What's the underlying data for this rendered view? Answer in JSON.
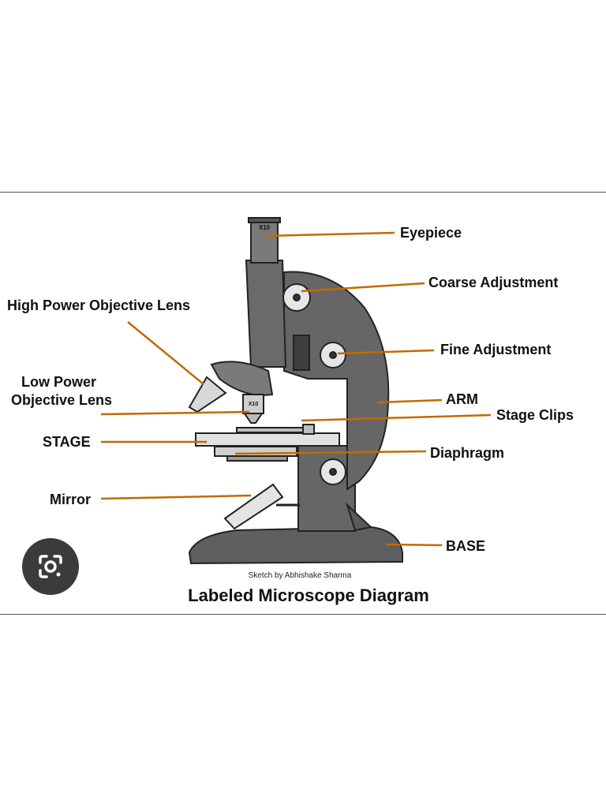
{
  "diagram": {
    "labels": {
      "eyepiece": "Eyepiece",
      "coarse": "Coarse Adjustment",
      "hpol_1": "High Power Objective Lens",
      "fine": "Fine Adjustment",
      "lpol_1": "Low Power",
      "lpol_2": "Objective Lens",
      "arm": "ARM",
      "clips": "Stage Clips",
      "stage": "STAGE",
      "diaphragm": "Diaphragm",
      "mirror": "Mirror",
      "base": "BASE"
    },
    "eyepiece_mark": "X10",
    "objective_mark": "X10",
    "credit": "Sketch by Abhishake Sharma",
    "title": "Labeled Microscope Diagram"
  },
  "colors": {
    "leader": "#c26a00",
    "body": "#6b6b6b",
    "body_dark": "#4a4a4a",
    "body_light": "#9a9a9a",
    "lens_button_bg": "#3b3b3b"
  },
  "lens_button": {
    "icon": "google-lens-icon"
  }
}
